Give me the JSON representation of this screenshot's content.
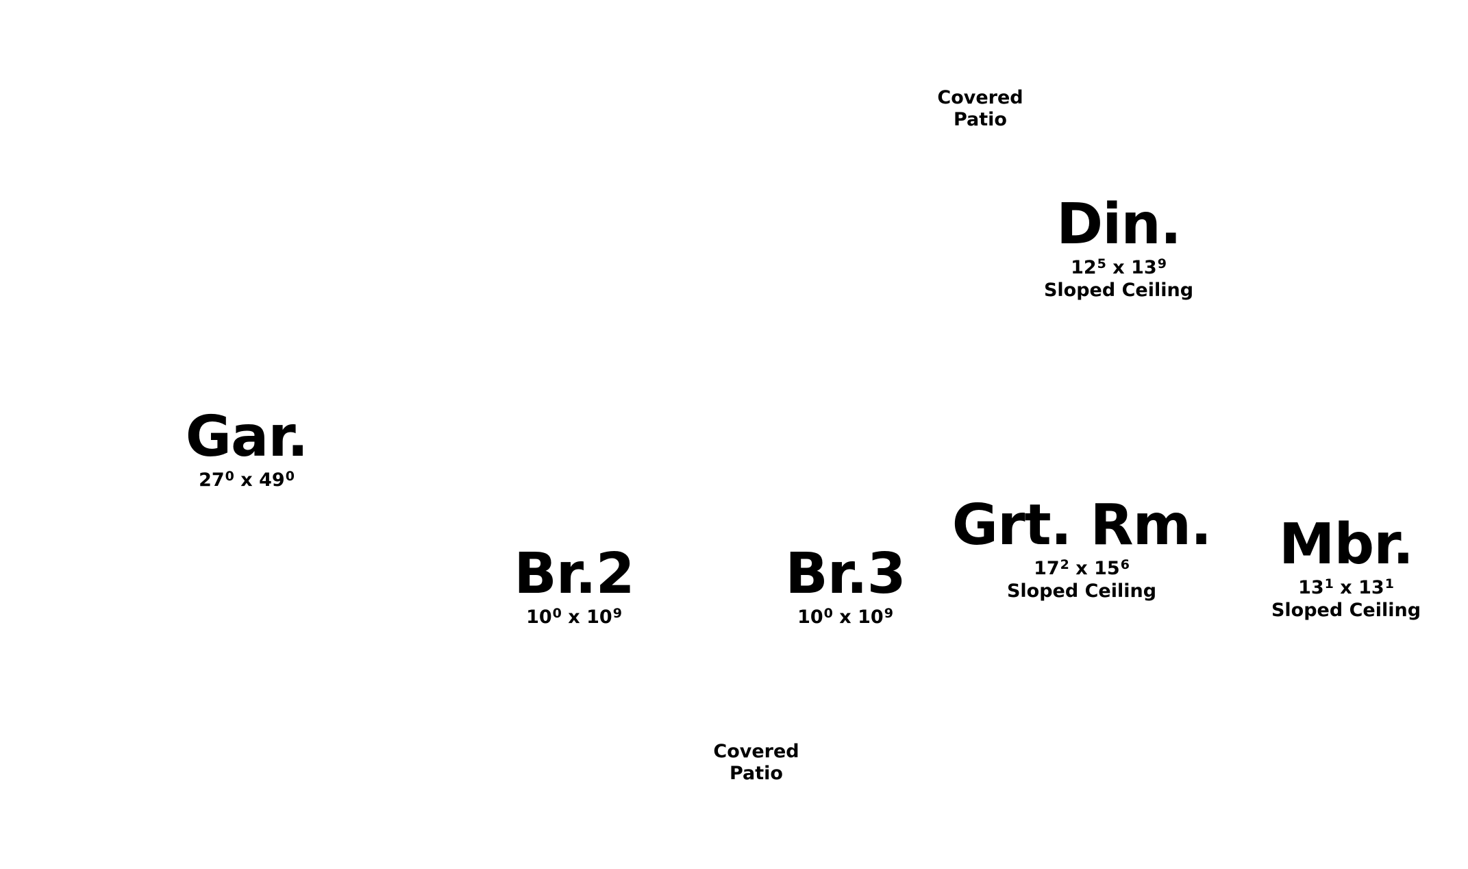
{
  "patio_top": {
    "line1": "Covered",
    "line2": "Patio"
  },
  "patio_bottom": {
    "line1": "Covered",
    "line2": "Patio"
  },
  "rooms": {
    "din": {
      "name": "Din.",
      "w_ft": "12",
      "w_in": "5",
      "sep": "x",
      "d_ft": "13",
      "d_in": "9",
      "note": "Sloped Ceiling"
    },
    "gar": {
      "name": "Gar.",
      "w_ft": "27",
      "w_in": "0",
      "sep": "x",
      "d_ft": "49",
      "d_in": "0"
    },
    "br2": {
      "name": "Br.2",
      "w_ft": "10",
      "w_in": "0",
      "sep": "x",
      "d_ft": "10",
      "d_in": "9"
    },
    "br3": {
      "name": "Br.3",
      "w_ft": "10",
      "w_in": "0",
      "sep": "x",
      "d_ft": "10",
      "d_in": "9"
    },
    "grt": {
      "name": "Grt. Rm.",
      "w_ft": "17",
      "w_in": "2",
      "sep": "x",
      "d_ft": "15",
      "d_in": "6",
      "note": "Sloped Ceiling"
    },
    "mbr": {
      "name": "Mbr.",
      "w_ft": "13",
      "w_in": "1",
      "sep": "x",
      "d_ft": "13",
      "d_in": "1",
      "note": "Sloped Ceiling"
    }
  }
}
